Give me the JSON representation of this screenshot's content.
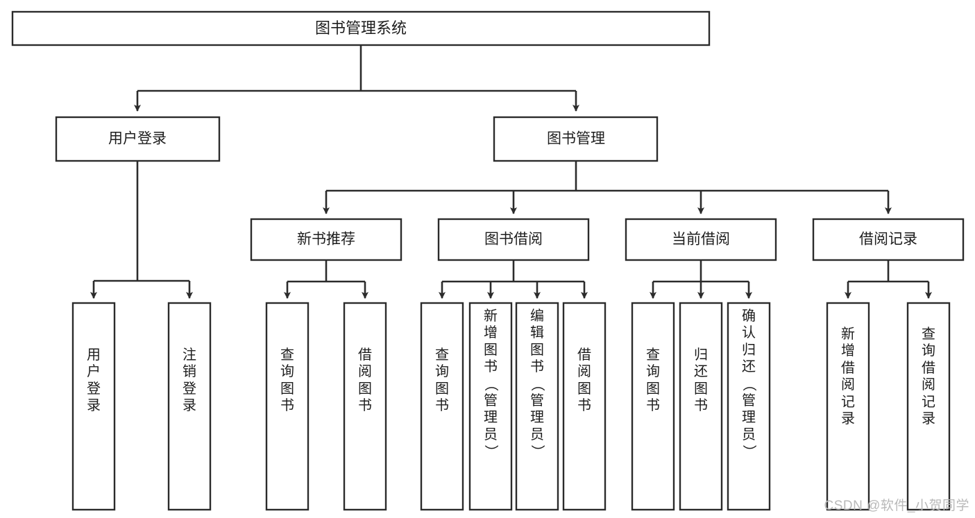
{
  "diagram": {
    "title": "图书管理系统",
    "type": "tree-hierarchy",
    "root": {
      "id": "root",
      "label": "图书管理系统"
    },
    "level2": [
      {
        "id": "user-login",
        "label": "用户登录"
      },
      {
        "id": "book-management",
        "label": "图书管理"
      }
    ],
    "level3": [
      {
        "id": "new-book-recommend",
        "label": "新书推荐"
      },
      {
        "id": "book-borrow",
        "label": "图书借阅"
      },
      {
        "id": "current-borrow",
        "label": "当前借阅"
      },
      {
        "id": "borrow-record",
        "label": "借阅记录"
      }
    ],
    "leaves": {
      "user_login": [
        {
          "id": "leaf-user-login",
          "label": "用户登录"
        },
        {
          "id": "leaf-logout-login",
          "label": "注销登录"
        }
      ],
      "new_book_recommend": [
        {
          "id": "leaf-query-book-1",
          "label": "查询图书"
        },
        {
          "id": "leaf-borrow-book-1",
          "label": "借阅图书"
        }
      ],
      "book_borrow": [
        {
          "id": "leaf-query-book-2",
          "label": "查询图书"
        },
        {
          "id": "leaf-add-book",
          "label": "新增图书（管理员）"
        },
        {
          "id": "leaf-edit-book",
          "label": "编辑图书（管理员）"
        },
        {
          "id": "leaf-borrow-book-2",
          "label": "借阅图书"
        }
      ],
      "current_borrow": [
        {
          "id": "leaf-query-book-3",
          "label": "查询图书"
        },
        {
          "id": "leaf-return-book",
          "label": "归还图书"
        },
        {
          "id": "leaf-confirm-return",
          "label": "确认归还（管理员）"
        }
      ],
      "borrow_record": [
        {
          "id": "leaf-add-record",
          "label": "新增借阅记录"
        },
        {
          "id": "leaf-query-record",
          "label": "查询借阅记录"
        }
      ]
    }
  },
  "watermark": {
    "text": "CSDN @软件_小贺同学"
  },
  "colors": {
    "stroke": "#2b2b2b",
    "fill": "#ffffff",
    "text": "#1d1d1d",
    "watermark": "#b9b9b9"
  }
}
